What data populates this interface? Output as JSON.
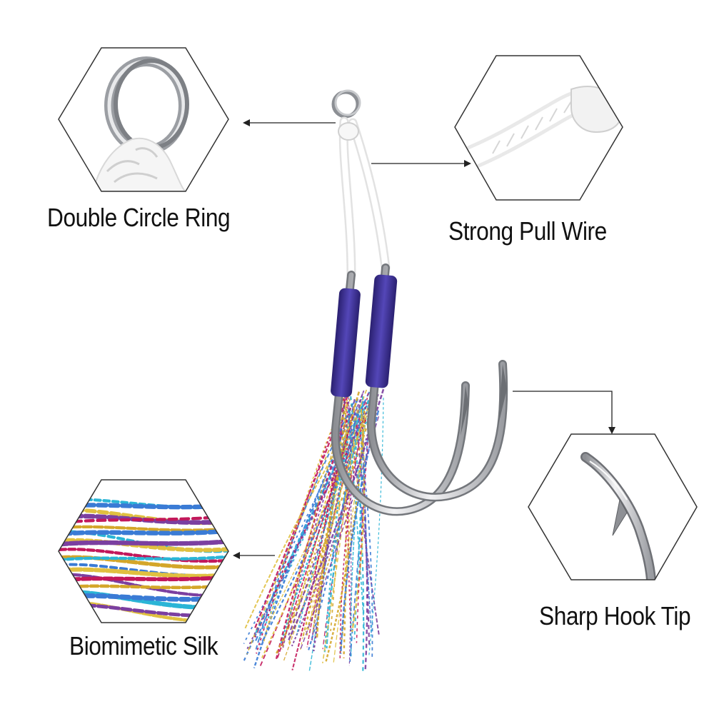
{
  "callouts": {
    "ring": {
      "label": "Double Circle Ring",
      "icon": "split-ring-closeup"
    },
    "wire": {
      "label": "Strong Pull Wire",
      "icon": "pull-wire-closeup"
    },
    "tip": {
      "label": "Sharp Hook Tip",
      "icon": "hook-tip-closeup"
    },
    "silk": {
      "label": "Biomimetic Silk",
      "icon": "tinsel-closeup"
    }
  },
  "colors": {
    "hexagon_stroke": "#333333",
    "arrow": "#222222",
    "thread_wrap": "#3b2f8f",
    "hook_metal": "#c9c9cc",
    "cord": "#f4f4f4",
    "tinsel": [
      "#2bb5d6",
      "#d4a62a",
      "#c2185b",
      "#7b3fa0",
      "#e0c040",
      "#3a7bd5"
    ]
  }
}
